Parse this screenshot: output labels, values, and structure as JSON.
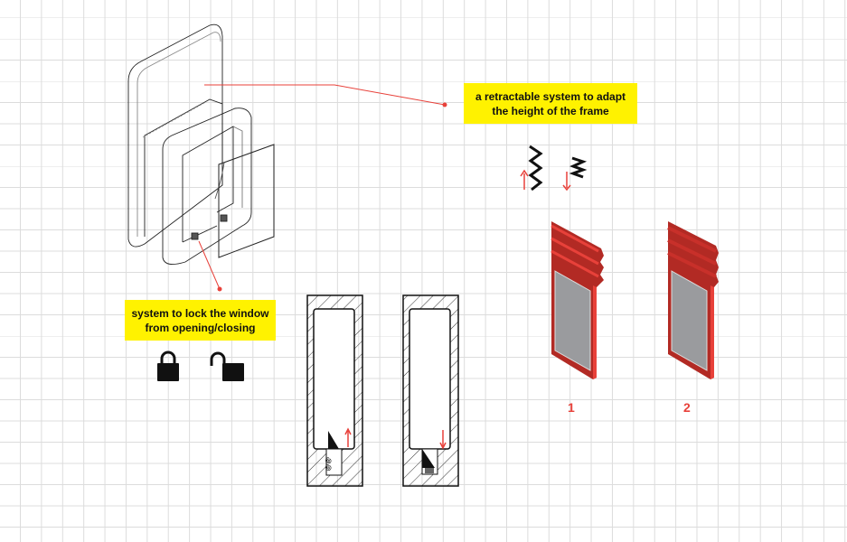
{
  "annotations": {
    "retractable": {
      "line1": "a retractable system to adapt",
      "line2": "the height of the frame"
    },
    "lock": {
      "line1": "system to lock the window",
      "line2": "from opening/closing"
    }
  },
  "variants": {
    "first": "1",
    "second": "2"
  },
  "colors": {
    "accent": "#e8413a",
    "highlight": "#fff200",
    "frame_red": "#c8302a",
    "glass_grey": "#9a9b9e"
  }
}
